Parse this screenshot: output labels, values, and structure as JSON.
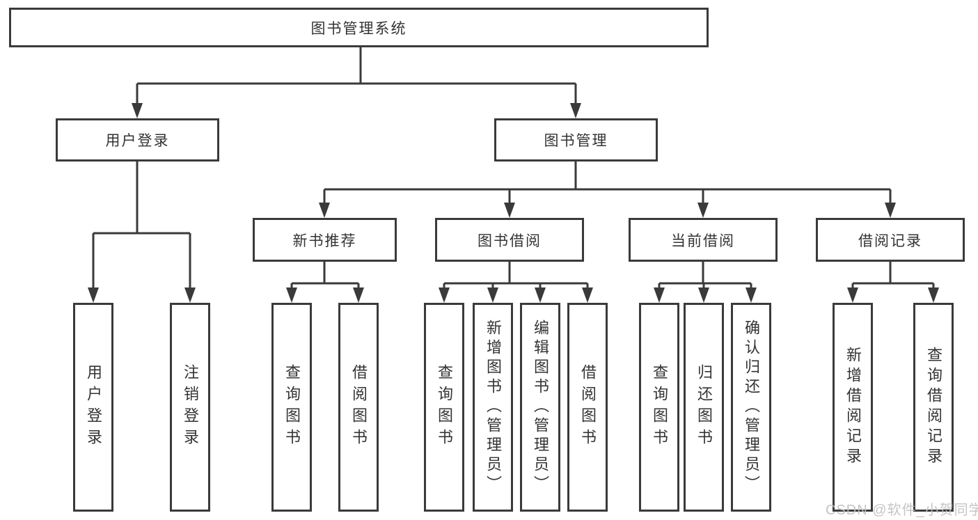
{
  "colors": {
    "line": "#3a3a3a",
    "text": "#333333",
    "watermark": "#c0c0c0",
    "background": "#ffffff"
  },
  "watermark": "CSDN @软件_小贺同学",
  "tree": {
    "label": "图书管理系统",
    "children": [
      {
        "label": "用户登录",
        "children": [
          {
            "label": "用户登录"
          },
          {
            "label": "注销登录"
          }
        ]
      },
      {
        "label": "图书管理",
        "children": [
          {
            "label": "新书推荐",
            "children": [
              {
                "label": "查询图书"
              },
              {
                "label": "借阅图书"
              }
            ]
          },
          {
            "label": "图书借阅",
            "children": [
              {
                "label": "查询图书"
              },
              {
                "label": "新增图书（管理员）"
              },
              {
                "label": "编辑图书（管理员）"
              },
              {
                "label": "借阅图书"
              }
            ]
          },
          {
            "label": "当前借阅",
            "children": [
              {
                "label": "查询图书"
              },
              {
                "label": "归还图书"
              },
              {
                "label": "确认归还（管理员）"
              }
            ]
          },
          {
            "label": "借阅记录",
            "children": [
              {
                "label": "新增借阅记录"
              },
              {
                "label": "查询借阅记录"
              }
            ]
          }
        ]
      }
    ]
  }
}
